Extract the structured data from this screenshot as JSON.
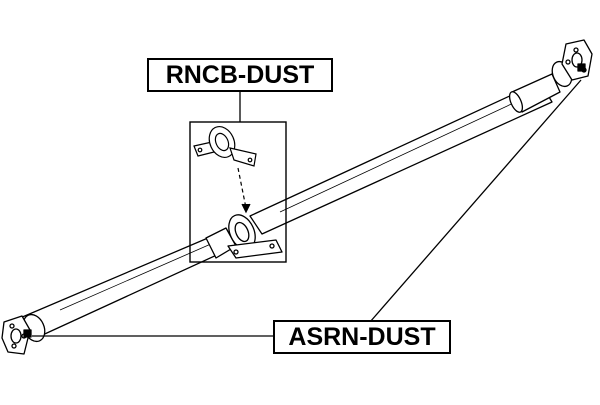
{
  "labels": {
    "center_bearing": "RNCB-DUST",
    "boot": "ASRN-DUST"
  },
  "colors": {
    "stroke": "#000000",
    "fill": "#ffffff"
  },
  "icons": [
    "propeller-shaft",
    "center-bearing",
    "flange-joint"
  ]
}
